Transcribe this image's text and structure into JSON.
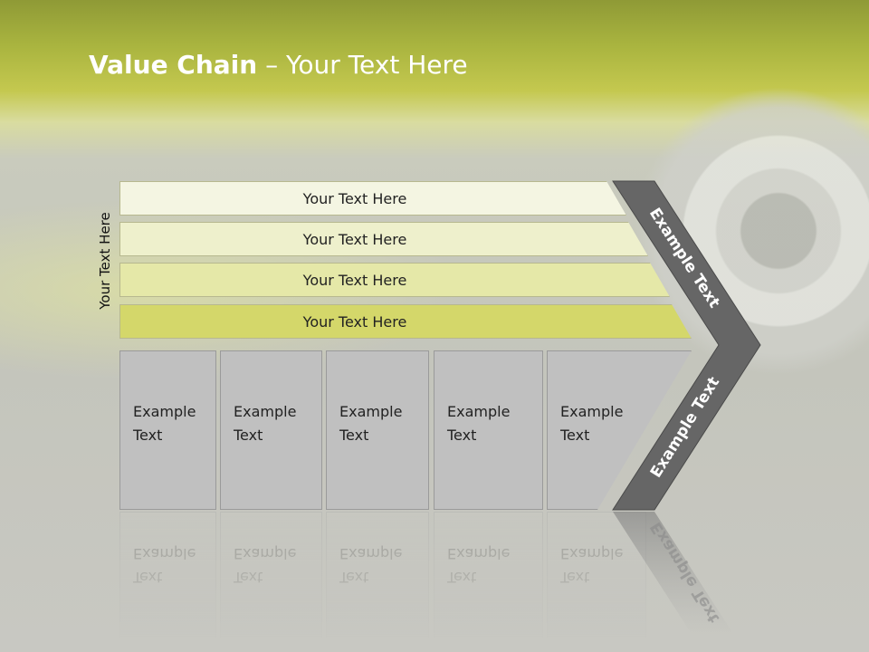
{
  "slide": {
    "title_bold": "Value Chain",
    "title_rest": " – Your Text Here",
    "side_label": "Your Text Here",
    "bars": [
      {
        "label": "Your Text Here",
        "color": "#f4f5e2"
      },
      {
        "label": "Your Text Here",
        "color": "#eef0cc"
      },
      {
        "label": "Your Text Here",
        "color": "#e5e8a8"
      },
      {
        "label": "Your Text Here",
        "color": "#d4d76a"
      }
    ],
    "boxes": [
      {
        "line1": "Example",
        "line2": "Text"
      },
      {
        "line1": "Example",
        "line2": "Text"
      },
      {
        "line1": "Example",
        "line2": "Text"
      },
      {
        "line1": "Example",
        "line2": "Text"
      },
      {
        "line1": "Example",
        "line2": "Text"
      }
    ],
    "chevron": {
      "top_label": "Example Text",
      "bottom_label": "Example Text",
      "color": "#666666"
    }
  }
}
